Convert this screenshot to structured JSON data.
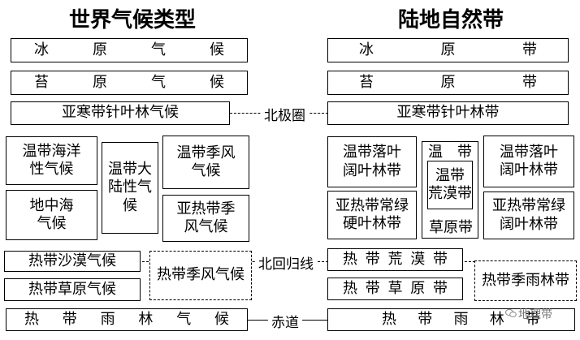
{
  "left_title": "世界气候类型",
  "right_title": "陆地自然带",
  "left": {
    "ice_cap": [
      "冰",
      "原",
      "气",
      "候"
    ],
    "tundra": [
      "苔",
      "原",
      "气",
      "候"
    ],
    "subarctic": "亚寒带针叶林气候",
    "temperate_maritime": "温带海洋\n性气候",
    "mediterranean": "地中海\n气候",
    "temperate_continental": "温带大\n陆性气\n候",
    "temperate_monsoon": "温带季风\n气候",
    "subtropical_monsoon": "亚热带季\n风气候",
    "tropical_desert": "热带沙漠气候",
    "savanna": "热带草原气候",
    "tropical_monsoon": "热带季风气候",
    "rainforest": [
      "热",
      "带",
      "雨",
      "林",
      "气",
      "候"
    ]
  },
  "right": {
    "ice_desert": [
      "冰",
      "原",
      "带"
    ],
    "tundra": [
      "苔",
      "原",
      "带"
    ],
    "taiga": "亚寒带针叶林带",
    "temperate_deciduous_left": "温带落叶\n阔叶林带",
    "sclerophyll": "亚热带常绿\n硬叶林带",
    "temperate_label": "温　带",
    "temperate_desert": "温带\n荒漠带",
    "grassland": "草原带",
    "temperate_deciduous_right": "温带落叶\n阔叶林带",
    "subtropical_evergreen": "亚热带常绿\n阔叶林带",
    "tropical_desert": [
      "热",
      "带",
      "荒",
      "漠",
      "带"
    ],
    "savanna": [
      "热",
      "带",
      "草",
      "原",
      "带"
    ],
    "monsoon_forest": "热带季雨林带",
    "rainforest": [
      "热",
      "带",
      "雨",
      "林",
      "带"
    ]
  },
  "lines": {
    "arctic": "北极圈",
    "tropic": "北回归线",
    "equator": "赤道"
  },
  "watermark": "地理带"
}
